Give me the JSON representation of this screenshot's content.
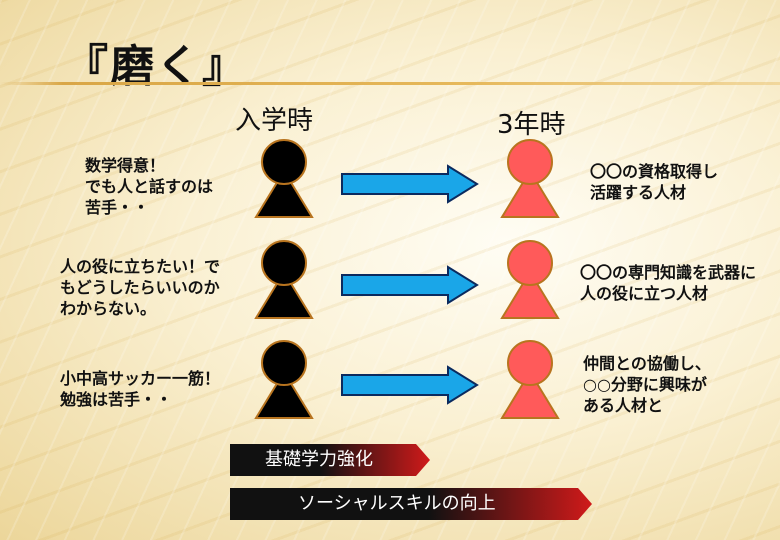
{
  "slide_title": "『磨く』",
  "headers": {
    "before": "入学時",
    "after": "3年時"
  },
  "rows": [
    {
      "before_lines": [
        "数学得意！",
        "でも人と話すのは",
        "苦手・・"
      ],
      "after_lines": [
        "〇〇の資格取得し",
        "活躍する人材"
      ]
    },
    {
      "before_lines": [
        "人の役に立ちたい！で",
        "もどうしたらいいのか",
        "わからない。"
      ],
      "after_lines": [
        "〇〇の専門知識を武器に",
        "人の役に立つ人材"
      ]
    },
    {
      "before_lines": [
        "小中高サッカー一筋！",
        "勉強は苦手・・"
      ],
      "after_lines": [
        "仲間との協働し、",
        "○○分野に興味が",
        "ある人材と"
      ]
    }
  ],
  "banners": [
    {
      "label": "基礎学力強化"
    },
    {
      "label": "ソーシャルスキルの向上"
    }
  ],
  "colors": {
    "before_person": "#000000",
    "after_person": "#ff5a5a",
    "person_outline": "#b8741f",
    "arrow_fill": "#1aa6e8",
    "arrow_outline": "#0b2a5e",
    "banner_dark": "#111111",
    "banner_red": "#d01a1a"
  }
}
